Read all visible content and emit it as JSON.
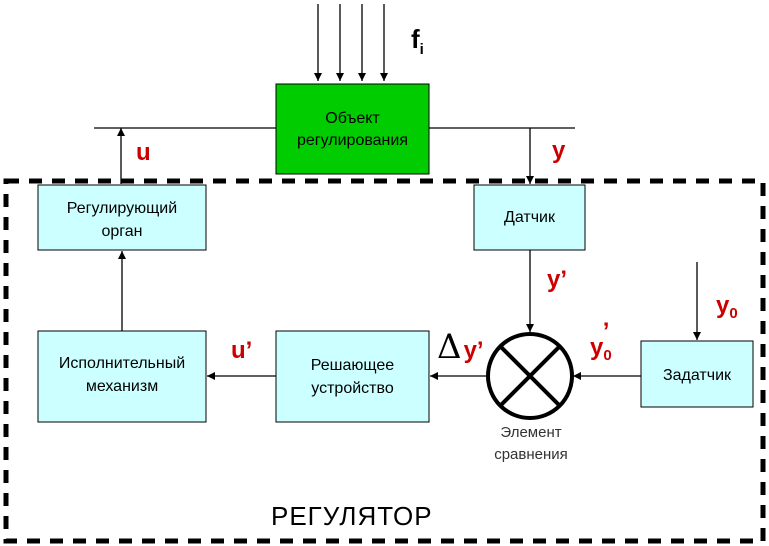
{
  "blocks": {
    "object": {
      "line1": "Объект",
      "line2": "регулирования",
      "fill": "#00cc00"
    },
    "regulating_organ": {
      "line1": "Регулирующий",
      "line2": "орган"
    },
    "sensor": {
      "line1": "Датчик"
    },
    "actuator": {
      "line1": "Исполнительный",
      "line2": "механизм"
    },
    "solver": {
      "line1": "Решающее",
      "line2": "устройство"
    },
    "setpoint": {
      "line1": "Задатчик"
    }
  },
  "box_fill": "#ccffff",
  "comparator": {
    "caption1": "Элемент",
    "caption2": "сравнения"
  },
  "signals": {
    "f_main": "f",
    "f_sub": "i",
    "u": "u",
    "y": "y",
    "y_prime": "y’",
    "y0_main": "y",
    "y0_sub": "0",
    "y0_prime_main": "y",
    "y0_prime_sub": "0",
    "y0_prime_mark": "’",
    "delta_symbol": "Δ",
    "delta_y": "y’",
    "u_prime": "u’",
    "color": "#cc0000"
  },
  "regulator_label": "РЕГУЛЯТОР"
}
